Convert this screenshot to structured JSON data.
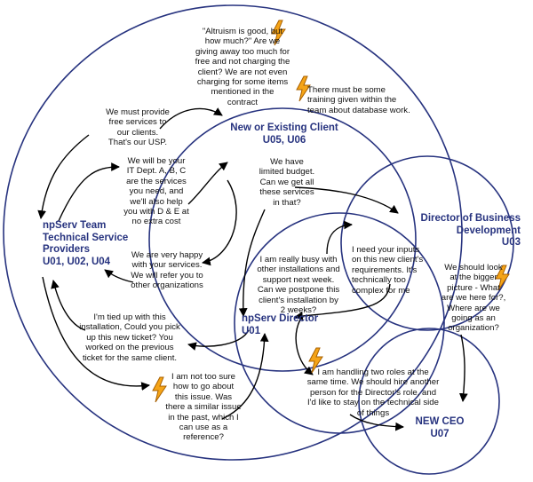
{
  "colors": {
    "circle": "#27337f",
    "actor_text": "#27337f",
    "arrow": "#000000",
    "bolt_fill": "#f5a417",
    "bolt_stroke": "#a86000"
  },
  "actors": {
    "team": "npServ Team\nTechnical Service\nProviders\nU01, U02, U04",
    "client": "New or Existing Client\nU05, U06",
    "business_dev": "Director of Business\nDevelopment\nU03",
    "director": "npServ Director\nU01",
    "ceo": "NEW CEO\nU07"
  },
  "notes": {
    "altruism": "\"Altruism is good, but\nhow much?\" Are we\ngiving away too much for\nfree and not charging the\nclient? We are not even\ncharging for some items\nmentioned in the\ncontract",
    "training": "There must be some\ntraining given within the\nteam about database work.",
    "free_services": "We must provide\nfree services to\nour clients.\nThat's our USP.",
    "it_dept": "We will be your\nIT Dept. A, B, C\nare the services\nyou need, and\nwe'll also help\nyou with D & E at\nno extra cost",
    "limited_budget": "We have\nlimited budget.\nCan we get all\nthese services\nin that?",
    "happy": "We are very happy\nwith your services.\nWe will refer you to\nother organizations",
    "busy": "I am really busy with\nother installations and\nsupport next week.\nCan we postpone this\nclient's installation by\n2 weeks?",
    "inputs": "I need your inputs\non this new client's\nrequirements. It's\ntechnically too\ncomplex for me",
    "bigger_picture": "We should look\nat the bigger\npicture - What\nare we here for?,\nWhere are we\ngoing as an\norganization?",
    "tied_up": "I'm tied up with this\ninstallation, Could you pick\nup this new ticket? You\nworked on the previous\nticket for the same client.",
    "two_roles": "I am handling two roles at the\nsame time. We should hire another\nperson for the Director's role, and\nI'd like to stay on the technical side\nof things",
    "not_sure": "I am not too sure\nhow to go about\nthis issue. Was\nthere a similar issue\nin the past, which I\ncan use as a\nreference?"
  }
}
